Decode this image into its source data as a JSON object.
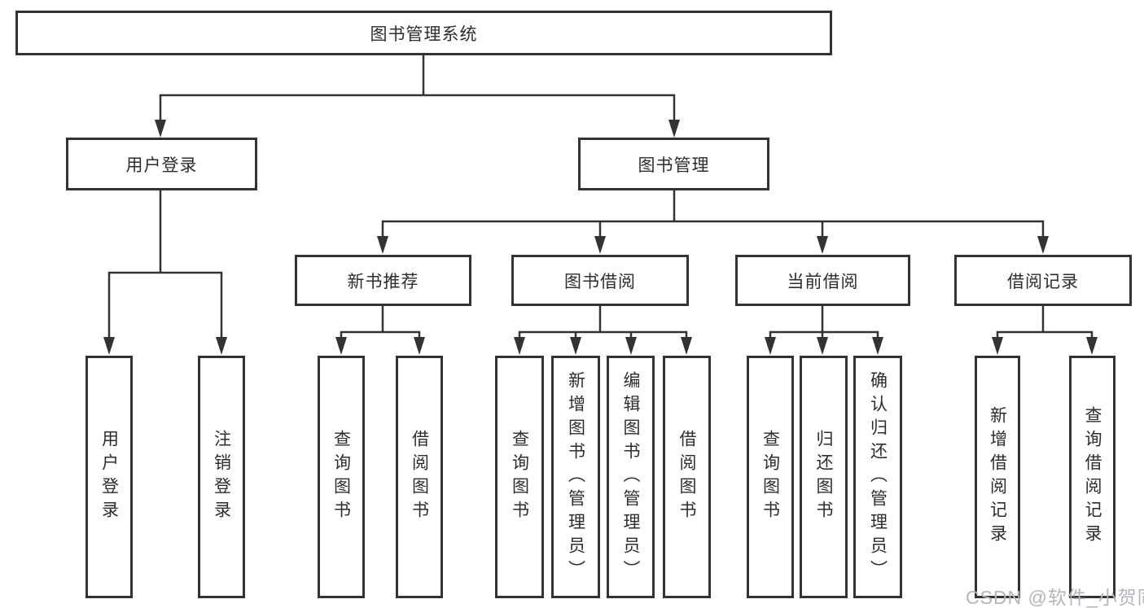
{
  "diagram": {
    "colors": {
      "line": "#333333",
      "box_border": "#333333",
      "text": "#2d2d2d",
      "background": "#ffffff",
      "watermark": "#b2b6bc"
    },
    "tree": {
      "root": {
        "label": "图书管理系统"
      },
      "children": [
        {
          "label": "用户登录",
          "children": [
            {
              "label": "用户登录"
            },
            {
              "label": "注销登录"
            }
          ]
        },
        {
          "label": "图书管理",
          "children": [
            {
              "label": "新书推荐",
              "children": [
                {
                  "label": "查询图书"
                },
                {
                  "label": "借阅图书"
                }
              ]
            },
            {
              "label": "图书借阅",
              "children": [
                {
                  "label": "查询图书"
                },
                {
                  "label": "新增图书（管理员）"
                },
                {
                  "label": "编辑图书（管理员）"
                },
                {
                  "label": "借阅图书"
                }
              ]
            },
            {
              "label": "当前借阅",
              "children": [
                {
                  "label": "查询图书"
                },
                {
                  "label": "归还图书"
                },
                {
                  "label": "确认归还（管理员）"
                }
              ]
            },
            {
              "label": "借阅记录",
              "children": [
                {
                  "label": "新增借阅记录"
                },
                {
                  "label": "查询借阅记录"
                }
              ]
            }
          ]
        }
      ]
    },
    "watermark": {
      "text": "CSDN @软件_小贺同学"
    }
  }
}
